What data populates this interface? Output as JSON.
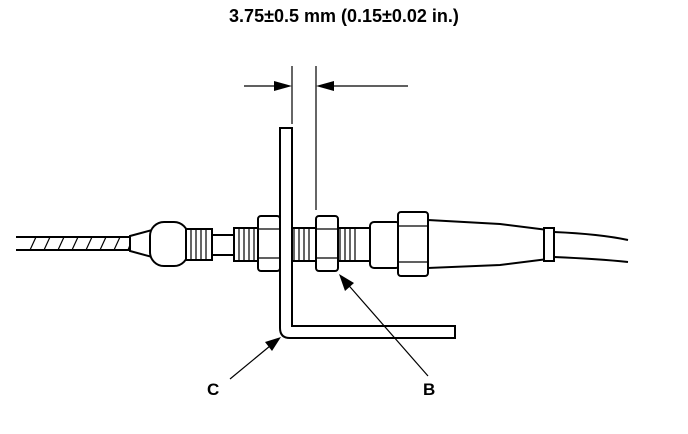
{
  "dimension": {
    "text": "3.75±0.5 mm (0.15±0.02 in.)"
  },
  "callouts": {
    "bracket_label": "C",
    "nut_label": "B"
  }
}
